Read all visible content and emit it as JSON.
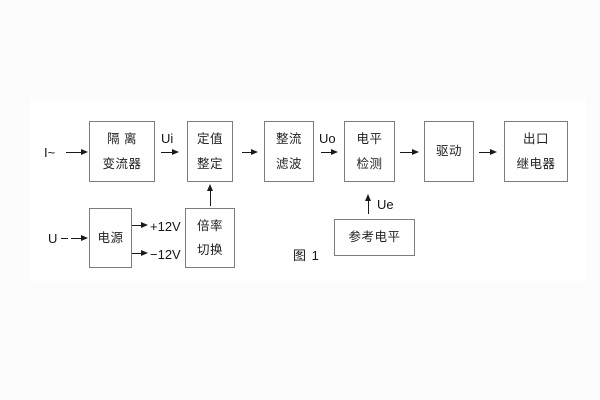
{
  "figure": {
    "caption": "图 1"
  },
  "diagram": {
    "blocks": [
      {
        "id": "isolation-transformer",
        "line1": "隔 离",
        "line2": "变流器"
      },
      {
        "id": "setting-adjust",
        "line1": "定值",
        "line2": "整定"
      },
      {
        "id": "rectifier-filter",
        "line1": "整流",
        "line2": "滤波"
      },
      {
        "id": "level-detection",
        "line1": "电平",
        "line2": "检测"
      },
      {
        "id": "driver",
        "line1": "驱动"
      },
      {
        "id": "output-relay",
        "line1": "出口",
        "line2": "继电器"
      },
      {
        "id": "power-supply",
        "line1": "电源"
      },
      {
        "id": "ratio-switch",
        "line1": "倍率",
        "line2": "切换"
      },
      {
        "id": "reference-level",
        "line1": "参考电平"
      }
    ],
    "signal_labels": {
      "input_current": "I~",
      "input_voltage": "U",
      "ui": "Ui",
      "uo": "Uo",
      "ue": "Ue",
      "plus12": "+12V",
      "minus12": "−12V"
    },
    "colors": {
      "page_bg": "#fcfcfc",
      "panel_bg": "#ffffff",
      "box_border": "#7d7d7d",
      "line": "#1a1a1a",
      "text": "#1c1c1c"
    }
  }
}
